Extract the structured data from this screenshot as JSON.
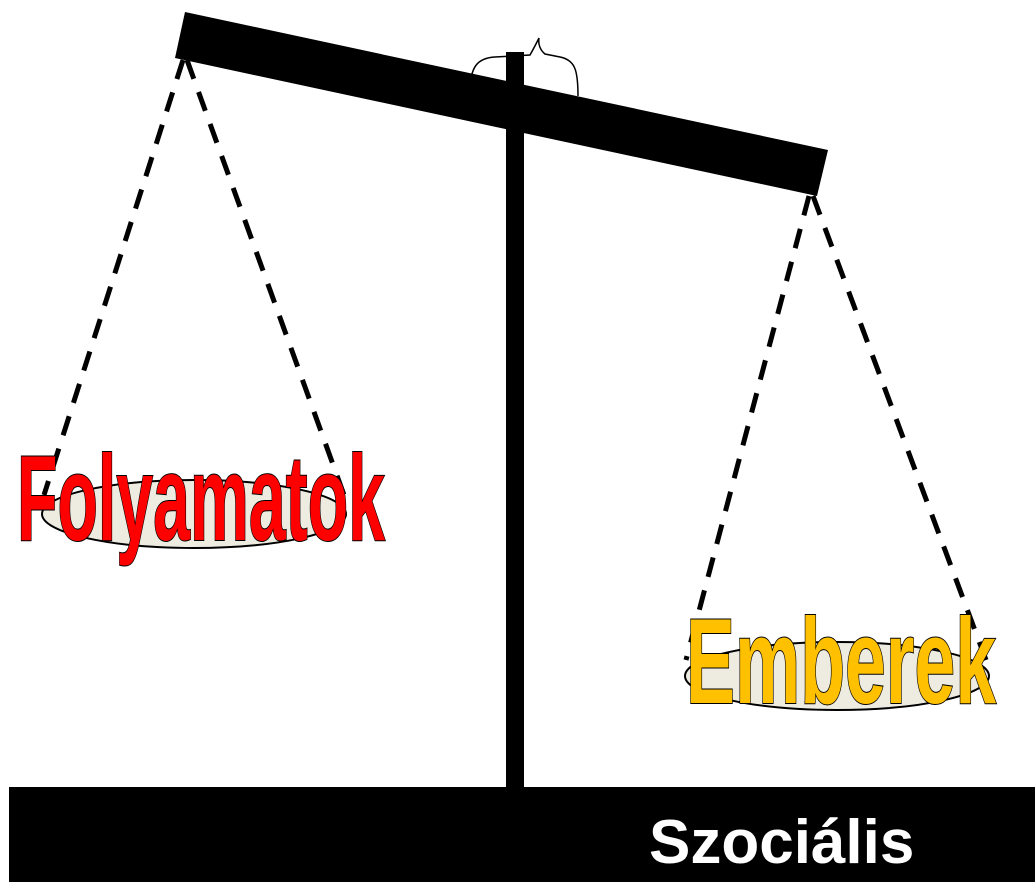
{
  "scale": {
    "left_pan": {
      "label": "Folyamatok",
      "color": "#ff0000"
    },
    "right_pan": {
      "label": "Emberek",
      "color": "#ffc000"
    },
    "pan_fill": "#eeece1",
    "beam_color": "#000000",
    "chain_color": "#000000"
  },
  "base": {
    "label": "Szociális",
    "background": "#000000",
    "text_color": "#ffffff"
  }
}
